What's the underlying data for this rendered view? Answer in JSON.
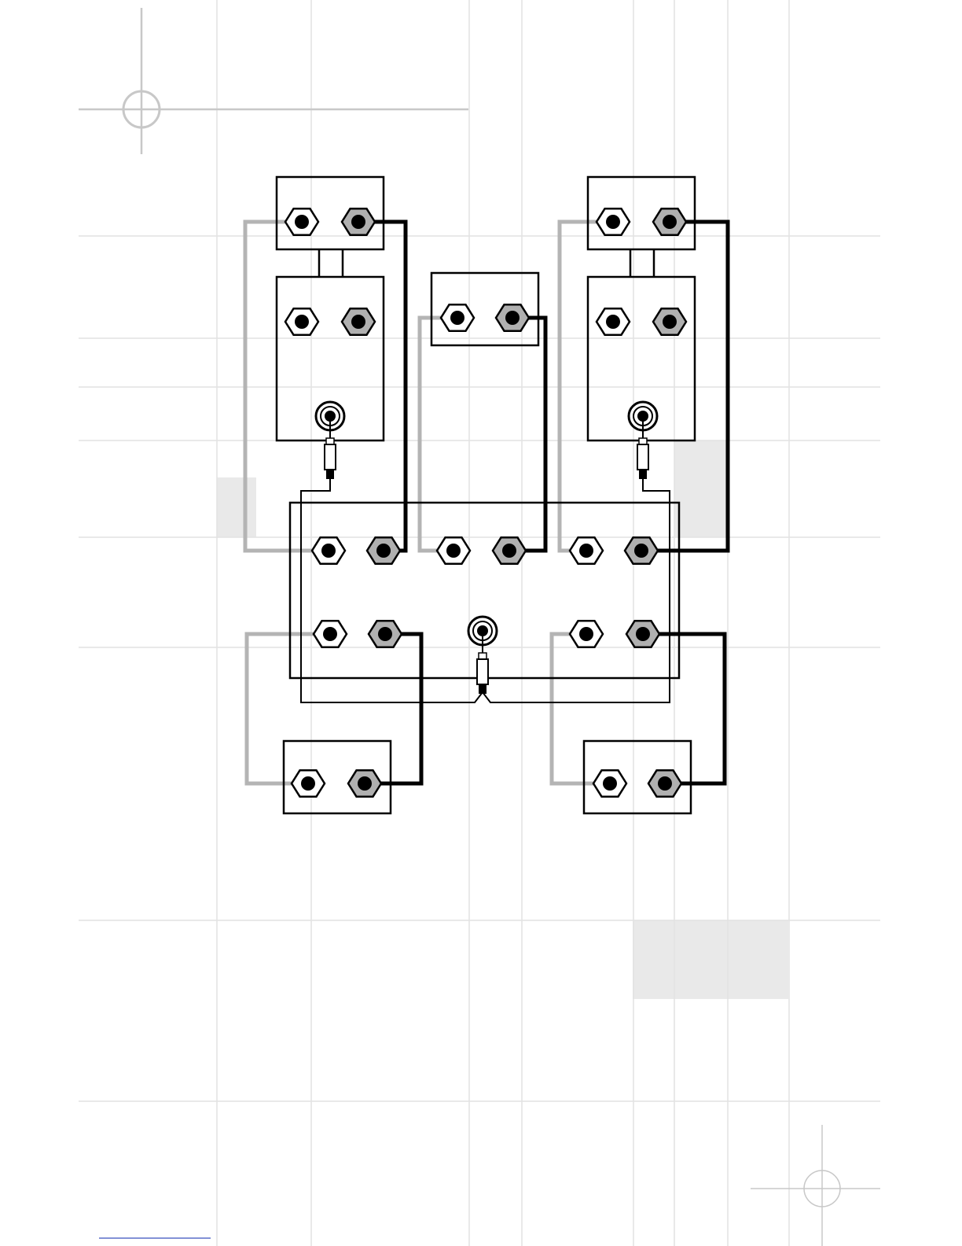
{
  "page": {
    "background": "#ffffff"
  },
  "colors": {
    "grid": "#e2e2e2",
    "shade": "#e9e9e9",
    "reg_mark": "#c8c8c8",
    "outline": "#000000",
    "wire_grey": "#b4b4b4",
    "wire_black": "#000000",
    "terminal_light": "#ffffff",
    "terminal_dark": "#b0b0b0",
    "bottom_rule": "#5a6fc8"
  },
  "diagram": {
    "components": [
      "top-left-speaker-upper",
      "top-left-speaker-lower",
      "center-speaker",
      "top-right-speaker-upper",
      "top-right-speaker-lower",
      "receiver-unit",
      "bottom-left-speaker",
      "bottom-right-speaker"
    ],
    "icons": [
      "hex-terminal-icon",
      "rca-jack-icon",
      "rca-plug-icon",
      "registration-mark-icon"
    ]
  }
}
